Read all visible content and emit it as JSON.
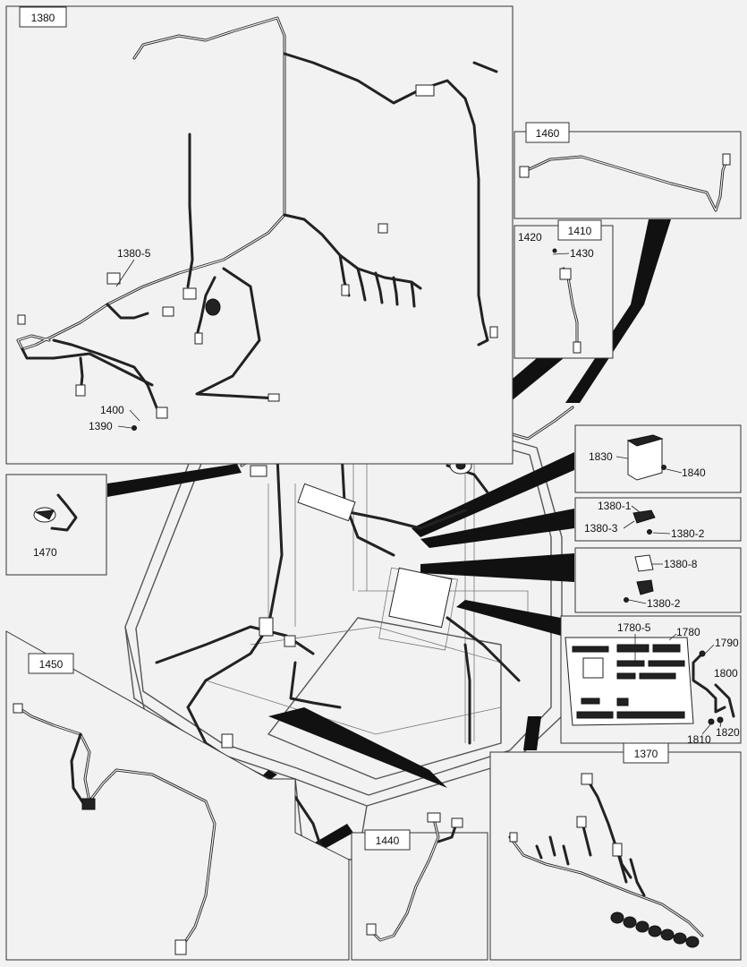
{
  "panels": {
    "p1380": "1380",
    "p1460": "1460",
    "p1410": "1410",
    "p1470": "1470",
    "p1450": "1450",
    "p1440": "1440",
    "p1370": "1370"
  },
  "callouts": {
    "c1380_5": "1380-5",
    "c1400": "1400",
    "c1390": "1390",
    "c1420": "1420",
    "c1430": "1430",
    "c1830": "1830",
    "c1840": "1840",
    "c1380_1": "1380-1",
    "c1380_3": "1380-3",
    "c1380_2a": "1380-2",
    "c1380_8": "1380-8",
    "c1380_2b": "1380-2",
    "c1780_5": "1780-5",
    "c1780": "1780",
    "c1790": "1790",
    "c1800": "1800",
    "c1810": "1810",
    "c1820": "1820"
  }
}
